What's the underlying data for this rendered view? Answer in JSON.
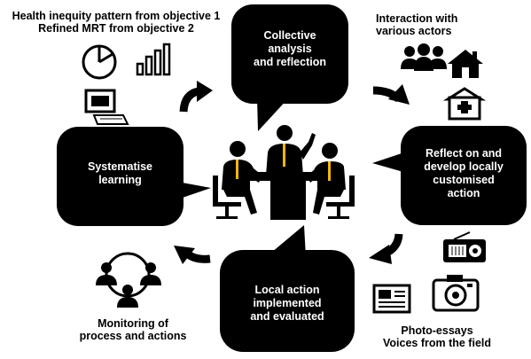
{
  "bubbles": {
    "collective": [
      "Collective",
      "analysis",
      "and reflection"
    ],
    "reflect": [
      "Reflect on and",
      "develop locally",
      "customised",
      "action"
    ],
    "local_action": [
      "Local action",
      "implemented",
      "and evaluated"
    ],
    "systematise": [
      "Systematise",
      "learning"
    ]
  },
  "captions": {
    "top_left": [
      "Health inequity pattern from objective 1",
      "Refined MRT from objective 2"
    ],
    "top_right": [
      "Interaction with",
      "various actors"
    ],
    "bottom_left": [
      "Monitoring of",
      "process and actions"
    ],
    "bottom_right": [
      "Photo-essays",
      "Voices from the field"
    ]
  },
  "colors": {
    "bubble": "#000000",
    "accent": "#f2b705",
    "background": "#ffffff"
  },
  "icons": [
    "pie-chart-icon",
    "bar-chart-icon",
    "computer-icon",
    "group-icon",
    "house-icon",
    "hospital-bed-icon",
    "radio-icon",
    "camera-icon",
    "newspaper-icon",
    "network-people-icon",
    "meeting-people-icon"
  ]
}
